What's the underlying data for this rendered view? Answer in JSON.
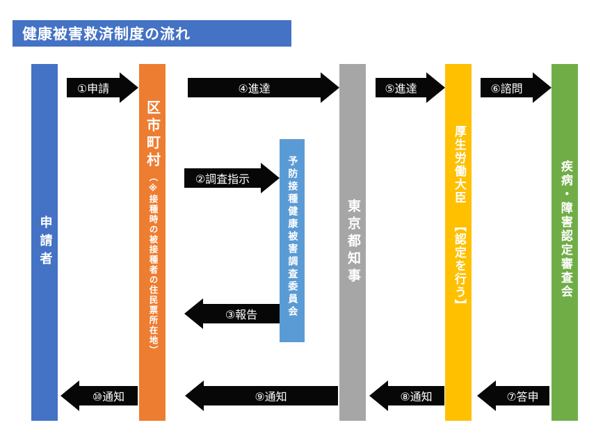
{
  "title": "健康被害救済制度の流れ",
  "colors": {
    "title_bar": "#4472C4",
    "arrow_black": "#070707"
  },
  "columns": {
    "applicant": {
      "label": "申請者",
      "color": "#4472C4"
    },
    "municipality": {
      "label": "区市町村",
      "note": "（※接種時の被接種者の住民票所在地）",
      "color": "#ED7D31"
    },
    "committee": {
      "label": "予防接種健康被害調査委員会",
      "color": "#5B9BD5"
    },
    "governor": {
      "label": "東京都知事",
      "color": "#A6A6A6"
    },
    "minister": {
      "label": "厚生労働大臣",
      "note": "【認定を行う】",
      "color": "#FFC000"
    },
    "review_board": {
      "label": "疾病・障害認定審査会",
      "color": "#70AD47"
    }
  },
  "arrows": {
    "apply": {
      "label": "①申請",
      "direction": "right",
      "from": "applicant",
      "to": "municipality"
    },
    "investigation_order": {
      "label": "②調査指示",
      "direction": "right",
      "from": "municipality",
      "to": "committee"
    },
    "report": {
      "label": "③報告",
      "direction": "left",
      "from": "committee",
      "to": "municipality"
    },
    "forward_to_governor": {
      "label": "④進達",
      "direction": "right",
      "from": "municipality",
      "to": "governor"
    },
    "forward_to_minister": {
      "label": "⑤進達",
      "direction": "right",
      "from": "governor",
      "to": "minister"
    },
    "consultation": {
      "label": "⑥諮問",
      "direction": "right",
      "from": "minister",
      "to": "review_board"
    },
    "reply": {
      "label": "⑦答申",
      "direction": "left",
      "from": "review_board",
      "to": "minister"
    },
    "notify_governor": {
      "label": "⑧通知",
      "direction": "left",
      "from": "minister",
      "to": "governor"
    },
    "notify_municipality": {
      "label": "⑨通知",
      "direction": "left",
      "from": "governor",
      "to": "municipality"
    },
    "notify_applicant": {
      "label": "⑩通知",
      "direction": "left",
      "from": "municipality",
      "to": "applicant"
    }
  }
}
